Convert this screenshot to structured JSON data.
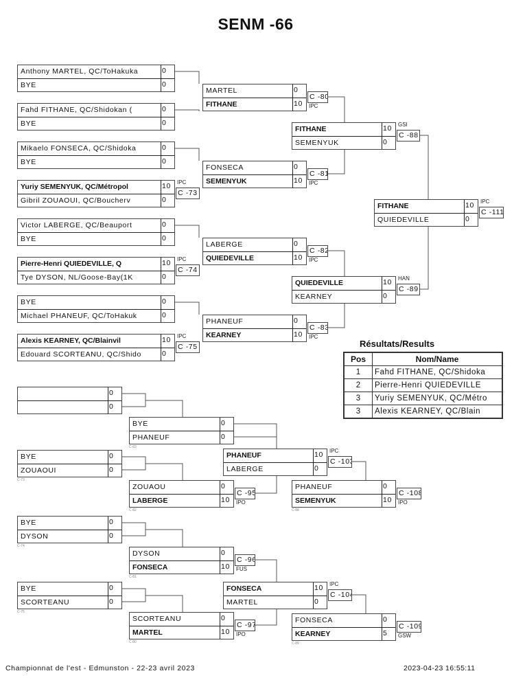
{
  "title": "SENM -66",
  "main_bracket": {
    "round1": [
      {
        "id": "r1-1",
        "p1": {
          "name": "Anthony MARTEL, QC/ToHakuka",
          "score": "0"
        },
        "p2": {
          "name": "BYE",
          "score": "0"
        },
        "winner": null
      },
      {
        "id": "r1-2",
        "p1": {
          "name": "Fahd FITHANE, QC/Shidokan (",
          "score": "0"
        },
        "p2": {
          "name": "BYE",
          "score": "0"
        },
        "winner": null
      },
      {
        "id": "r1-3",
        "p1": {
          "name": "Mikaelo FONSECA, QC/Shidoka",
          "score": "0"
        },
        "p2": {
          "name": "BYE",
          "score": "0"
        },
        "winner": null
      },
      {
        "id": "r1-4",
        "p1": {
          "name": "Yuriy SEMENYUK, QC/Métropol",
          "score": "10"
        },
        "p2": {
          "name": "Gibril ZOUAOUI, QC/Boucherv",
          "score": "0"
        },
        "winner": 1,
        "contest": "C -73",
        "tag": "IPC"
      },
      {
        "id": "r1-5",
        "p1": {
          "name": "Victor LABERGE, QC/Beauport",
          "score": "0"
        },
        "p2": {
          "name": "BYE",
          "score": "0"
        },
        "winner": null
      },
      {
        "id": "r1-6",
        "p1": {
          "name": "Pierre-Henri QUIEDEVILLE, Q",
          "score": "10"
        },
        "p2": {
          "name": "Tye DYSON, NL/Goose-Bay(1K",
          "score": "0"
        },
        "winner": 1,
        "contest": "C -74",
        "tag": "IPC"
      },
      {
        "id": "r1-7",
        "p1": {
          "name": "BYE",
          "score": "0"
        },
        "p2": {
          "name": "Michael PHANEUF, QC/ToHakuk",
          "score": "0"
        },
        "winner": null
      },
      {
        "id": "r1-8",
        "p1": {
          "name": "Alexis KEARNEY, QC/Blainvil",
          "score": "10"
        },
        "p2": {
          "name": "Edouard SCORTEANU, QC/Shido",
          "score": "0"
        },
        "winner": 1,
        "contest": "C -75",
        "tag": "IPC"
      }
    ],
    "round2": [
      {
        "id": "r2-1",
        "p1": {
          "name": "MARTEL",
          "score": "0"
        },
        "p2": {
          "name": "FITHANE",
          "score": "10"
        },
        "winner": 2,
        "contest": "C -80",
        "tag": "IPC"
      },
      {
        "id": "r2-2",
        "p1": {
          "name": "FONSECA",
          "score": "0"
        },
        "p2": {
          "name": "SEMENYUK",
          "score": "10"
        },
        "winner": 2,
        "contest": "C -81",
        "tag": "IPC"
      },
      {
        "id": "r2-3",
        "p1": {
          "name": "LABERGE",
          "score": "0"
        },
        "p2": {
          "name": "QUIEDEVILLE",
          "score": "10"
        },
        "winner": 2,
        "contest": "C -82",
        "tag": "IPC"
      },
      {
        "id": "r2-4",
        "p1": {
          "name": "PHANEUF",
          "score": "0"
        },
        "p2": {
          "name": "KEARNEY",
          "score": "10"
        },
        "winner": 2,
        "contest": "C -83",
        "tag": "IPC"
      }
    ],
    "semis": [
      {
        "id": "sf-1",
        "p1": {
          "name": "FITHANE",
          "score": "10"
        },
        "p2": {
          "name": "SEMENYUK",
          "score": "0"
        },
        "winner": 1,
        "contest": "C -88",
        "tag": "GSI"
      },
      {
        "id": "sf-2",
        "p1": {
          "name": "QUIEDEVILLE",
          "score": "10"
        },
        "p2": {
          "name": "KEARNEY",
          "score": "0"
        },
        "winner": 1,
        "contest": "C -89",
        "tag": "HAN"
      }
    ],
    "final": {
      "id": "final",
      "p1": {
        "name": "FITHANE",
        "score": "10"
      },
      "p2": {
        "name": "QUIEDEVILLE",
        "score": "0"
      },
      "winner": 1,
      "contest": "C -111",
      "tag": "IPC"
    }
  },
  "repechage": {
    "round1": [
      {
        "id": "rp1-1",
        "p1": {
          "name": "",
          "score": "0"
        },
        "p2": {
          "name": "",
          "score": "0"
        },
        "winner": null,
        "ref": ""
      },
      {
        "id": "rp1-2",
        "p1": {
          "name": "BYE",
          "score": "0"
        },
        "p2": {
          "name": "ZOUAOUI",
          "score": "0"
        },
        "winner": null,
        "ref": "C-73"
      },
      {
        "id": "rp1-3",
        "p1": {
          "name": "BYE",
          "score": "0"
        },
        "p2": {
          "name": "DYSON",
          "score": "0"
        },
        "winner": null,
        "ref": "C-74"
      },
      {
        "id": "rp1-4",
        "p1": {
          "name": "BYE",
          "score": "0"
        },
        "p2": {
          "name": "SCORTEANU",
          "score": "0"
        },
        "winner": null,
        "ref": "C-75"
      }
    ],
    "round2": [
      {
        "id": "rp2-1",
        "p1": {
          "name": "BYE",
          "score": "0"
        },
        "p2": {
          "name": "PHANEUF",
          "score": "0"
        },
        "winner": null,
        "ref": "C-83"
      },
      {
        "id": "rp2-2",
        "p1": {
          "name": "ZOUAOU",
          "score": "0"
        },
        "p2": {
          "name": "LABERGE",
          "score": "10"
        },
        "winner": 2,
        "contest": "C -95",
        "tag": "IPO",
        "ref": "C-82"
      },
      {
        "id": "rp2-3",
        "p1": {
          "name": "DYSON",
          "score": "0"
        },
        "p2": {
          "name": "FONSECA",
          "score": "10"
        },
        "winner": 2,
        "contest": "C -96",
        "tag": "FUS",
        "ref": "C-81"
      },
      {
        "id": "rp2-4",
        "p1": {
          "name": "SCORTEANU",
          "score": "0"
        },
        "p2": {
          "name": "MARTEL",
          "score": "10"
        },
        "winner": 2,
        "contest": "C -97",
        "tag": "IPO",
        "ref": "C-80"
      }
    ],
    "round3": [
      {
        "id": "rp3-1",
        "p1": {
          "name": "PHANEUF",
          "score": "10"
        },
        "p2": {
          "name": "LABERGE",
          "score": "0"
        },
        "winner": 1,
        "contest": "C -103",
        "tag": "IPC"
      },
      {
        "id": "rp3-2",
        "p1": {
          "name": "FONSECA",
          "score": "10"
        },
        "p2": {
          "name": "MARTEL",
          "score": "0"
        },
        "winner": 1,
        "contest": "C -104",
        "tag": "IPC"
      }
    ],
    "bronze": [
      {
        "id": "br-1",
        "p1": {
          "name": "PHANEUF",
          "score": "0"
        },
        "p2": {
          "name": "SEMENYUK",
          "score": "10"
        },
        "winner": 2,
        "contest": "C -108",
        "tag": "IPO",
        "ref": "C-88"
      },
      {
        "id": "br-2",
        "p1": {
          "name": "FONSECA",
          "score": "0"
        },
        "p2": {
          "name": "KEARNEY",
          "score": "5"
        },
        "winner": 2,
        "contest": "C -109",
        "tag": "GSW",
        "ref": "C-89"
      }
    ]
  },
  "results": {
    "title": "Résultats/Results",
    "headers": {
      "pos": "Pos",
      "name": "Nom/Name"
    },
    "rows": [
      {
        "pos": "1",
        "name": "Fahd FITHANE, QC/Shidoka"
      },
      {
        "pos": "2",
        "name": "Pierre-Henri QUIEDEVILLE"
      },
      {
        "pos": "3",
        "name": "Yuriy SEMENYUK, QC/Métro"
      },
      {
        "pos": "3",
        "name": "Alexis KEARNEY, QC/Blain"
      }
    ]
  },
  "footer": {
    "event": "Championnat de l'est - Edmunston - 22-23 avril 2023",
    "timestamp": "2023-04-23 16:55:11"
  }
}
